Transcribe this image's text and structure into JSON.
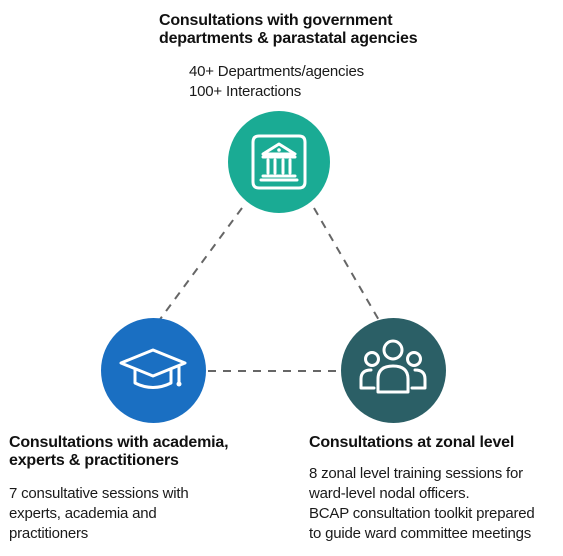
{
  "colors": {
    "government": "#1aab94",
    "academia": "#1a6fc2",
    "zonal": "#2b5f66",
    "connector": "#666666"
  },
  "nodes": {
    "government": {
      "icon": "government-building-icon",
      "title_line1": "Consultations with government",
      "title_line2": "departments & parastatal agencies",
      "detail_line1": "40+ Departments/agencies",
      "detail_line2": "100+ Interactions"
    },
    "academia": {
      "icon": "graduation-cap-icon",
      "title_line1": "Consultations with academia,",
      "title_line2": "experts & practitioners",
      "detail_line1": "7 consultative sessions with",
      "detail_line2": "experts, academia and",
      "detail_line3": "practitioners"
    },
    "zonal": {
      "icon": "people-group-icon",
      "title_line1": "Consultations at zonal level",
      "detail_line1": "8 zonal level training sessions for",
      "detail_line2": "ward-level nodal officers.",
      "detail_line3": "BCAP consultation toolkit prepared",
      "detail_line4": "to guide ward committee meetings"
    }
  }
}
